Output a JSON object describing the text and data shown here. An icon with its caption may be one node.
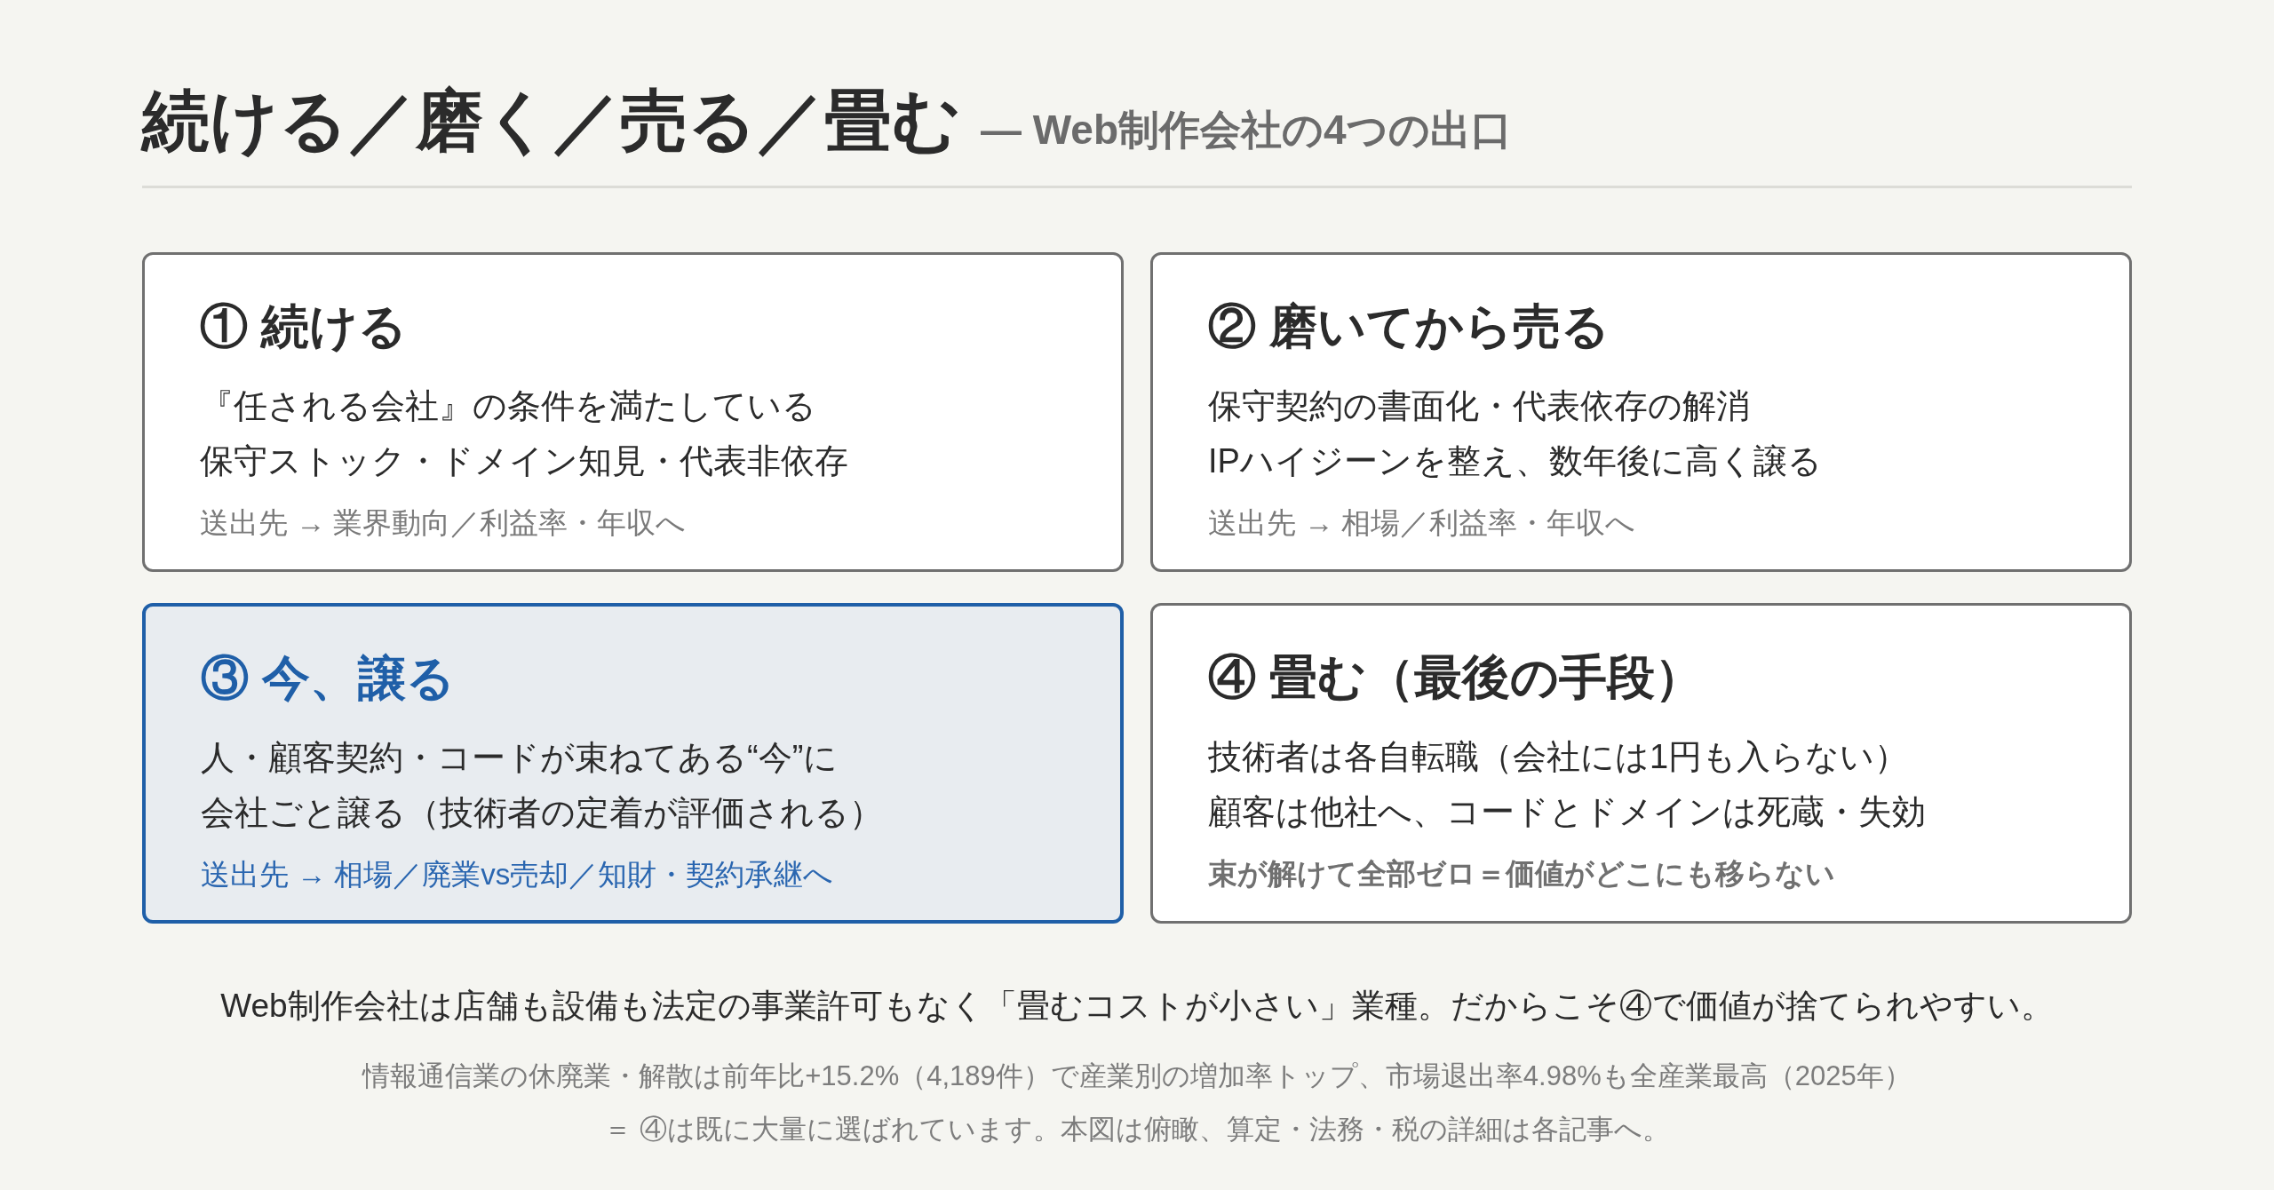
{
  "diagram": {
    "title": "続ける／磨く／売る／畳む",
    "nodes": [
      {
        "text": [
          "① 続ける",
          "『任される会社』の条件を満たしている",
          "保守ストック・ドメイン知見・代表非依存",
          "送出先 → 業界動向／利益率・年収へ"
        ]
      },
      {
        "text": [
          "② 磨いてから売る",
          "保守契約の書面化・代表依存の解消",
          "IPハイジーンを整え、数年後に高く譲る",
          "送出先 → 相場／利益率・年収へ"
        ]
      },
      {
        "text": [
          "③ 今、譲る",
          "人・顧客契約・コードが束ねてある“今”に",
          "会社ごと譲る（技術者の定着が評価される）",
          "送出先 → 相場／廃業vs売却／知財・契約承継へ"
        ]
      },
      {
        "text": [
          "④ 畳む（最後の手段）",
          "技術者は各自転職（会社には1円も入らない）",
          "顧客は他社へ、コードとドメインは死蔵・失効",
          "束が解けて全部ゼロ＝価値がどこにも移らない"
        ]
      }
    ],
    "labels": [
      "— Web制作会社の4つの出口",
      "Web制作会社は店舗も設備も法定の事業許可もなく「畳むコストが小さい」業種。だからこそ④で価値が捨てられやすい。",
      "情報通信業の休廃業・解散は前年比+15.2%（4,189件）で産業別の増加率トップ、市場退出率4.98%も全産業最高（2025年）",
      "＝ ④は既に大量に選ばれています。本図は俯瞰、算定・法務・税の詳細は各記事へ。"
    ]
  }
}
